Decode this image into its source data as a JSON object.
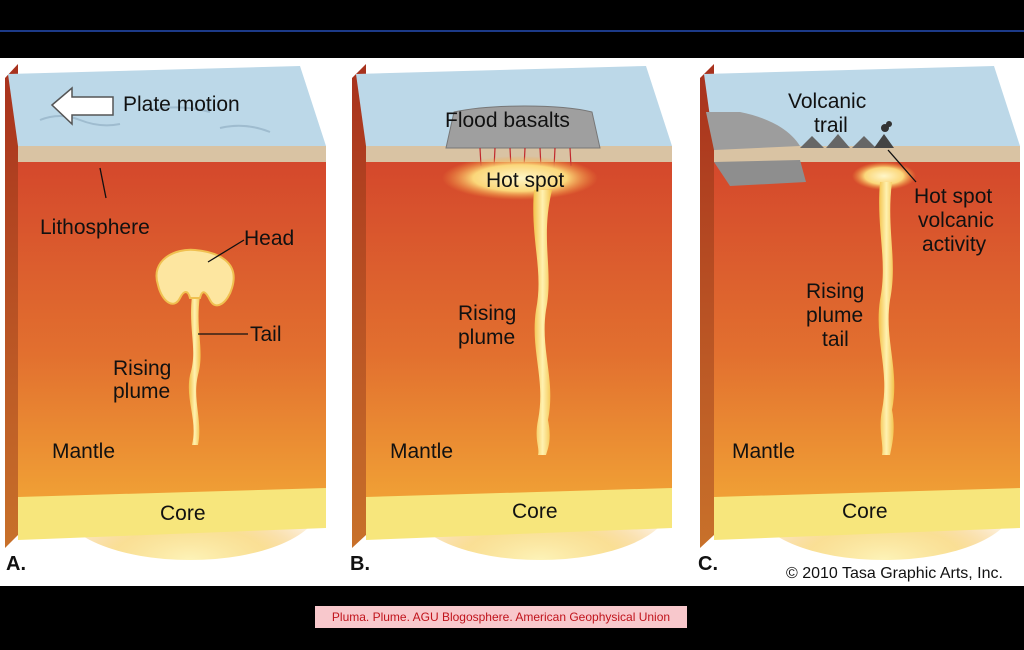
{
  "panels": [
    {
      "letter": "A.",
      "labels": {
        "plate_motion": "Plate motion",
        "lithosphere": "Lithosphere",
        "head": "Head",
        "tail": "Tail",
        "rising_plume": [
          "Rising",
          "plume"
        ],
        "mantle": "Mantle",
        "core": "Core"
      }
    },
    {
      "letter": "B.",
      "labels": {
        "flood_basalts": "Flood basalts",
        "hot_spot": "Hot spot",
        "rising_plume": [
          "Rising",
          "plume"
        ],
        "mantle": "Mantle",
        "core": "Core"
      }
    },
    {
      "letter": "C.",
      "labels": {
        "volcanic_trail": [
          "Volcanic",
          "trail"
        ],
        "hot_spot_activity": [
          "Hot spot",
          "volcanic",
          "activity"
        ],
        "rising_plume_tail": [
          "Rising",
          "plume",
          "tail"
        ],
        "mantle": "Mantle",
        "core": "Core"
      }
    }
  ],
  "copyright": "© 2010 Tasa Graphic Arts, Inc.",
  "caption": "Pluma. Plume. AGU Blogosphere. American Geophysical Union",
  "colors": {
    "surface": "#bcd8e8",
    "lithosphere": "#d9c3a3",
    "mantle_top": "#d44a2c",
    "mantle_bottom": "#f0a030",
    "core": "#f6e47a",
    "plume": "#fbe08a"
  }
}
